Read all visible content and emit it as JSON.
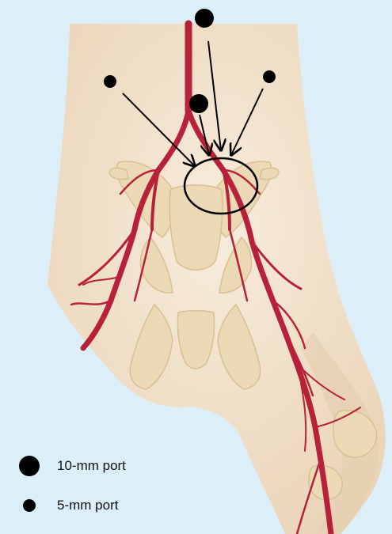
{
  "legend": {
    "items": [
      {
        "label": "10-mm port",
        "port_size": "10-mm"
      },
      {
        "label": "5-mm port",
        "port_size": "5-mm"
      }
    ]
  },
  "colors": {
    "background": "#dceef8",
    "skin": "#f3e4cf",
    "skin_shadow": "#e8d3b6",
    "bone": "#ead7b4",
    "artery": "#b8213a",
    "marker": "#000000"
  },
  "icons": {
    "port_10mm": "filled-circle-large",
    "port_5mm": "filled-circle-small",
    "arrow": "arrow-pointer"
  }
}
